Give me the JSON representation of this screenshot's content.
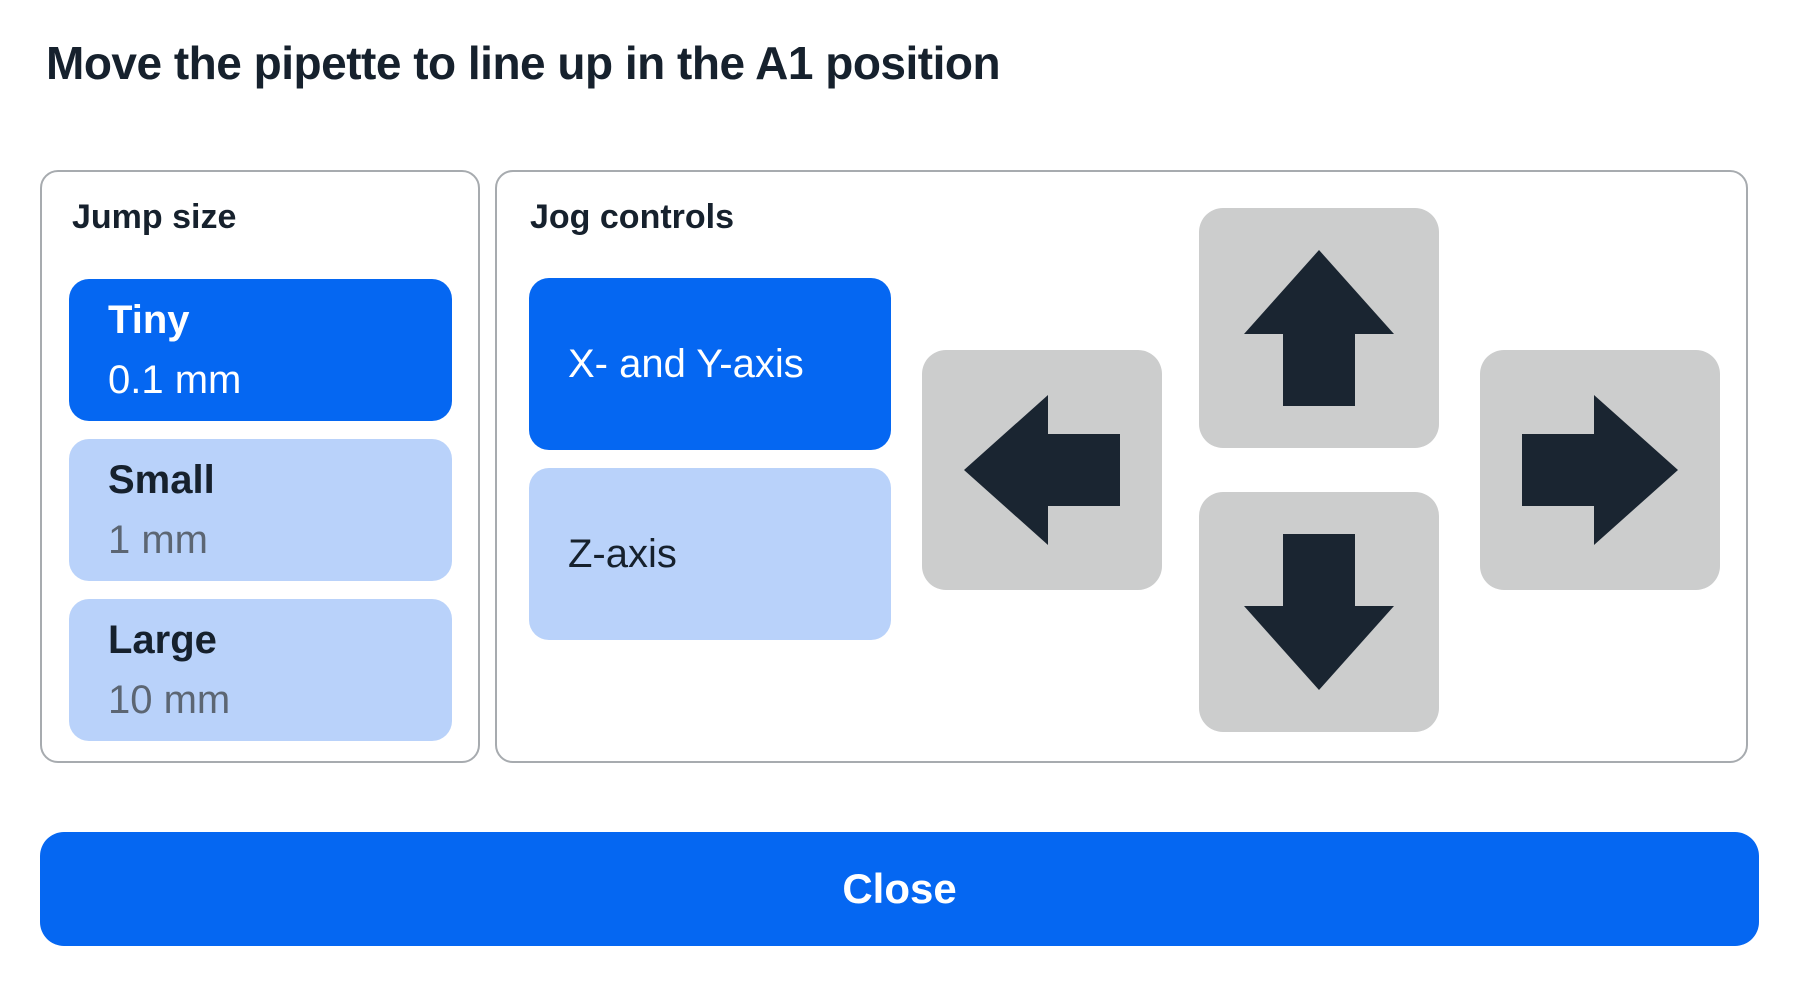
{
  "title": "Move the pipette to line up in the A1 position",
  "jump_size": {
    "label": "Jump size",
    "options": [
      {
        "name": "Tiny",
        "value": "0.1 mm",
        "selected": true
      },
      {
        "name": "Small",
        "value": "1 mm",
        "selected": false
      },
      {
        "name": "Large",
        "value": "10 mm",
        "selected": false
      }
    ]
  },
  "jog_controls": {
    "label": "Jog controls",
    "axis_options": [
      {
        "name": "X- and Y-axis",
        "selected": true
      },
      {
        "name": "Z-axis",
        "selected": false
      }
    ],
    "arrows": [
      {
        "direction": "up",
        "icon": "arrow-up-icon"
      },
      {
        "direction": "left",
        "icon": "arrow-left-icon"
      },
      {
        "direction": "down",
        "icon": "arrow-down-icon"
      },
      {
        "direction": "right",
        "icon": "arrow-right-icon"
      }
    ]
  },
  "close": {
    "label": "Close"
  },
  "colors": {
    "accent_blue": "#0567F2",
    "light_blue": "#B9D2FA",
    "dark_navy": "#16212D",
    "muted_text_gray": "#5C6673",
    "arrow_button_gray": "#CCCDCD",
    "panel_border_gray": "#A7ABAF"
  }
}
